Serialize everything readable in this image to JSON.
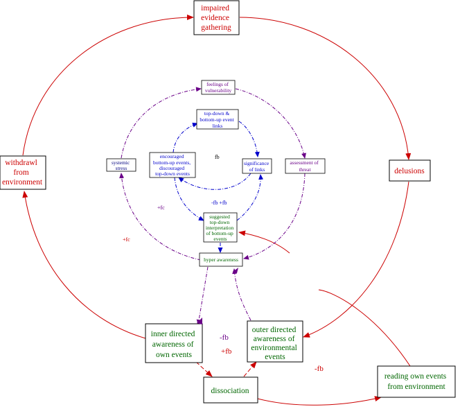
{
  "colors": {
    "red": "#cc0000",
    "green": "#006600",
    "blue": "#0000cc",
    "purple": "#6a0088",
    "dark": "#000000"
  },
  "nodes": {
    "impaired": [
      "impaired",
      "evidence",
      "gathering"
    ],
    "delusions": [
      "delusions"
    ],
    "withdrawl": [
      "withdrawl",
      "from",
      "environment"
    ],
    "inner": [
      "inner directed",
      "awareness of",
      "own events"
    ],
    "outer": [
      "outer directed",
      "awareness of",
      "environmental",
      "events"
    ],
    "dissociation": [
      "dissociation"
    ],
    "reading": [
      "reading own events",
      "from environment"
    ],
    "feelings": [
      "feelings of",
      "vulnerability"
    ],
    "assessment": [
      "assessment of",
      "threat"
    ],
    "hyper": [
      "hyper awareness"
    ],
    "systemic": [
      "systemic",
      "stress"
    ],
    "topdown": [
      "top-down &",
      "bottom-up event",
      "links"
    ],
    "significance": [
      "significance",
      "of links"
    ],
    "encouraged": [
      "encouraged",
      "bottom-up events,",
      "discouraged",
      "top-down events"
    ],
    "suggested": [
      "suggested",
      "top-down",
      "interpretation",
      "of bottom-up",
      "events"
    ]
  },
  "labels": {
    "fb_center": "fb",
    "fb_inner": "-fb +fb",
    "plus_fc_1": "+fc",
    "plus_fc_2": "+fc",
    "minus_fb_left": "-fb",
    "plus_fb_left": "+fb",
    "minus_fb_right": "-fb"
  }
}
